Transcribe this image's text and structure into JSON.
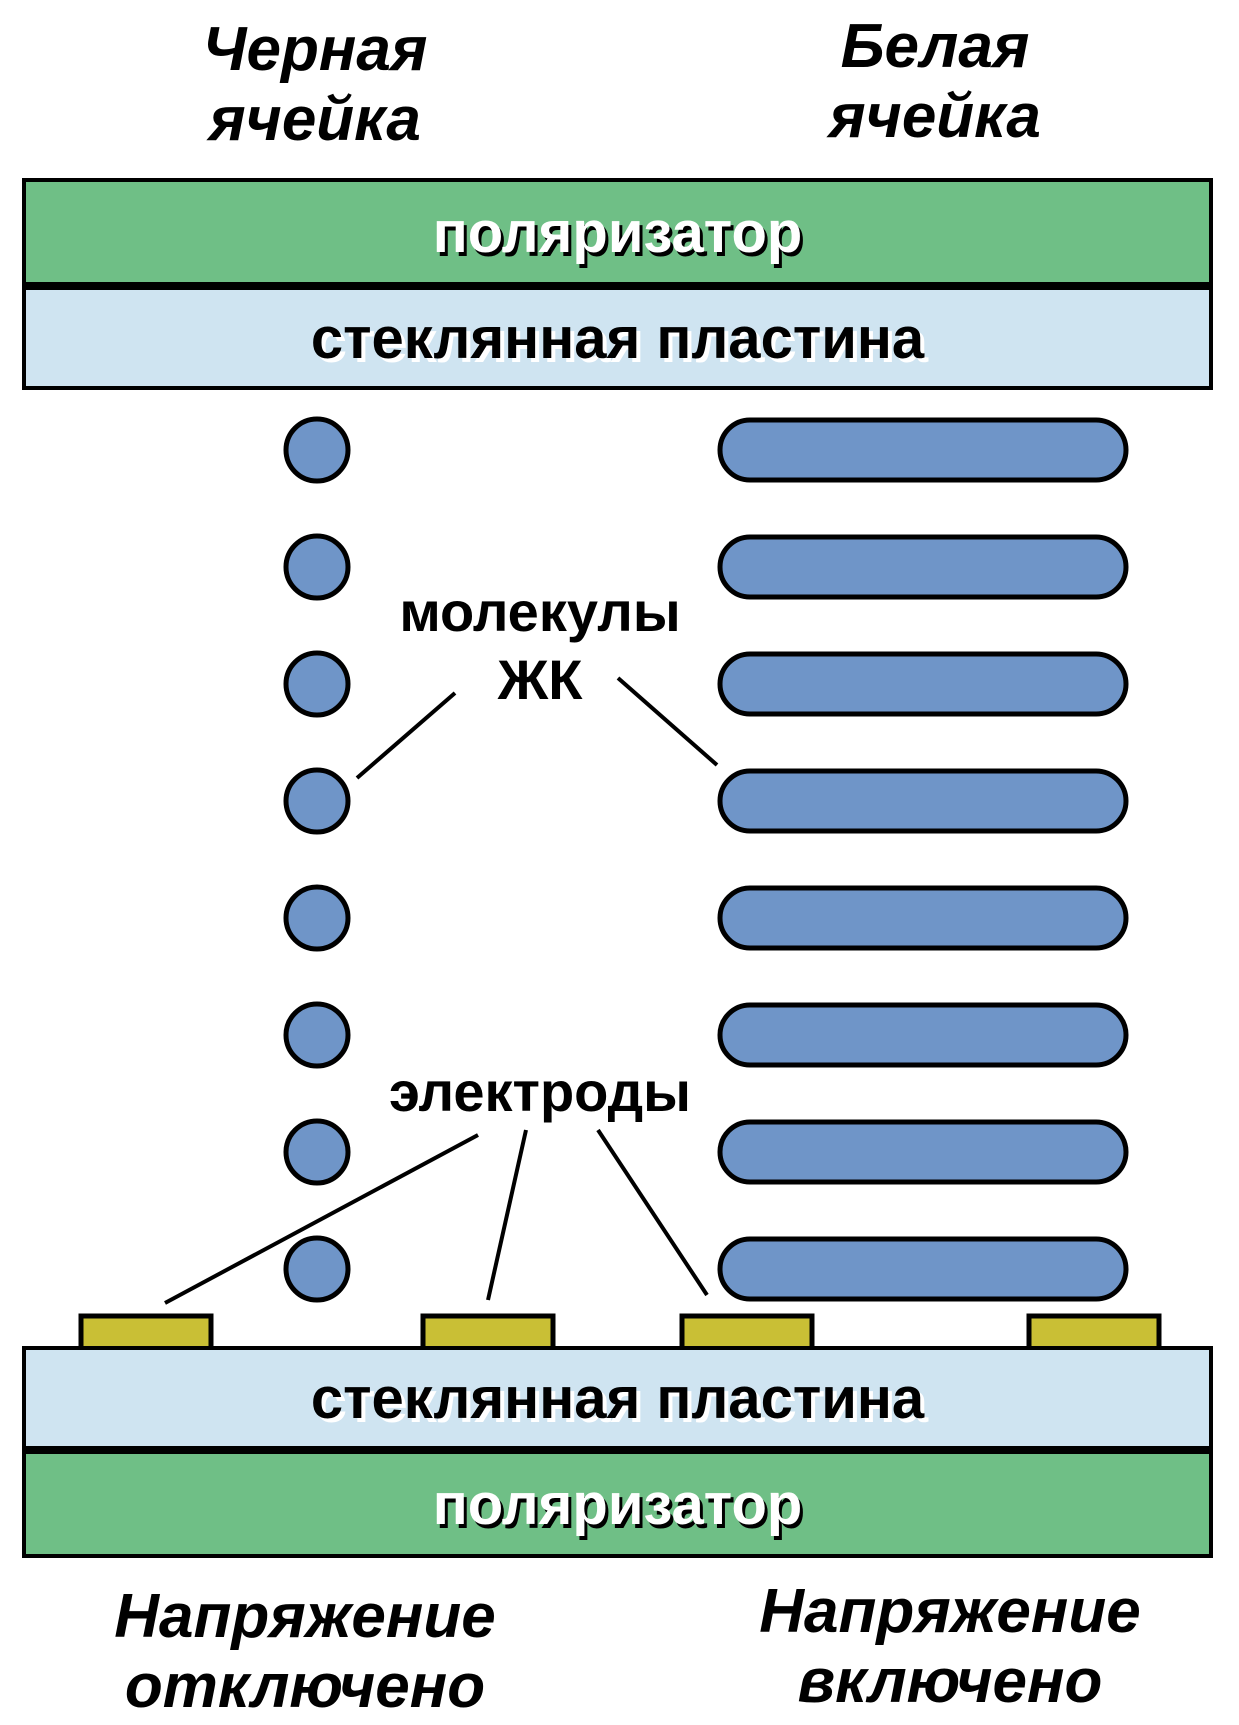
{
  "headings": {
    "black_cell_line1": "Черная",
    "black_cell_line2": "ячейка",
    "white_cell_line1": "Белая",
    "white_cell_line2": "ячейка",
    "voltage_off_line1": "Напряжение",
    "voltage_off_line2": "отключено",
    "voltage_on_line1": "Напряжение",
    "voltage_on_line2": "включено"
  },
  "layers": {
    "top_polarizer": "поляризатор",
    "top_glass": "стеклянная пластина",
    "bottom_glass": "стеклянная пластина",
    "bottom_polarizer": "поляризатор"
  },
  "labels": {
    "lc_molecules_line1": "молекулы",
    "lc_molecules_line2": "ЖК",
    "electrodes": "электроды"
  },
  "molecules": {
    "left_column_count": 8,
    "right_column_count": 8,
    "left_shape": "circle",
    "right_shape": "rod"
  },
  "electrodes_count": 4,
  "colors": {
    "polarizer": "#6fbf86",
    "glass": "#cfe4f1",
    "molecule": "#6f95c8",
    "electrode": "#c9bf35",
    "outline": "#000000"
  }
}
